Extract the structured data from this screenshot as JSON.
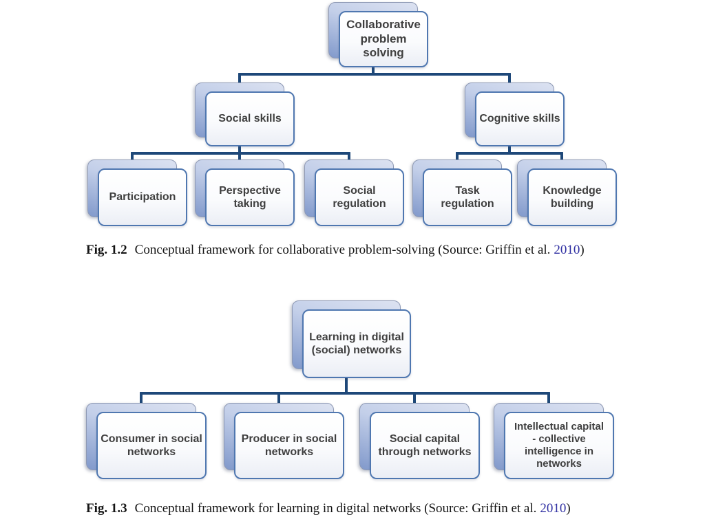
{
  "figure_1_2": {
    "tree": {
      "label": "Collaborative\nproblem\nsolving",
      "children": [
        {
          "label": "Social skills",
          "children": [
            {
              "label": "Participation"
            },
            {
              "label": "Perspective\ntaking"
            },
            {
              "label": "Social\nregulation"
            }
          ]
        },
        {
          "label": "Cognitive skills",
          "children": [
            {
              "label": "Task\nregulation"
            },
            {
              "label": "Knowledge\nbuilding"
            }
          ]
        }
      ]
    },
    "caption": {
      "label": "Fig. 1.2",
      "text": "Conceptual framework for collaborative problem-solving (Source: Griffin et al.",
      "link": "2010",
      "suffix": ")"
    }
  },
  "figure_1_3": {
    "tree": {
      "label": "Learning in digital\n(social) networks",
      "children": [
        {
          "label": "Consumer in social\nnetworks"
        },
        {
          "label": "Producer in social\nnetworks"
        },
        {
          "label": "Social capital\nthrough networks"
        },
        {
          "label": "Intellectual capital\n- collective\nintelligence in\nnetworks"
        }
      ]
    },
    "caption": {
      "label": "Fig. 1.3",
      "text": "Conceptual framework for learning in digital networks (Source: Griffin et al.",
      "link": "2010",
      "suffix": ")"
    }
  },
  "colors": {
    "connector": "#1e4879",
    "box_border": "#4f77b0",
    "back_box_top": "#dce2f1",
    "back_box_bottom": "#8199cb",
    "node_text": "#3f3f3f",
    "citation_link": "#2f2fa2"
  }
}
